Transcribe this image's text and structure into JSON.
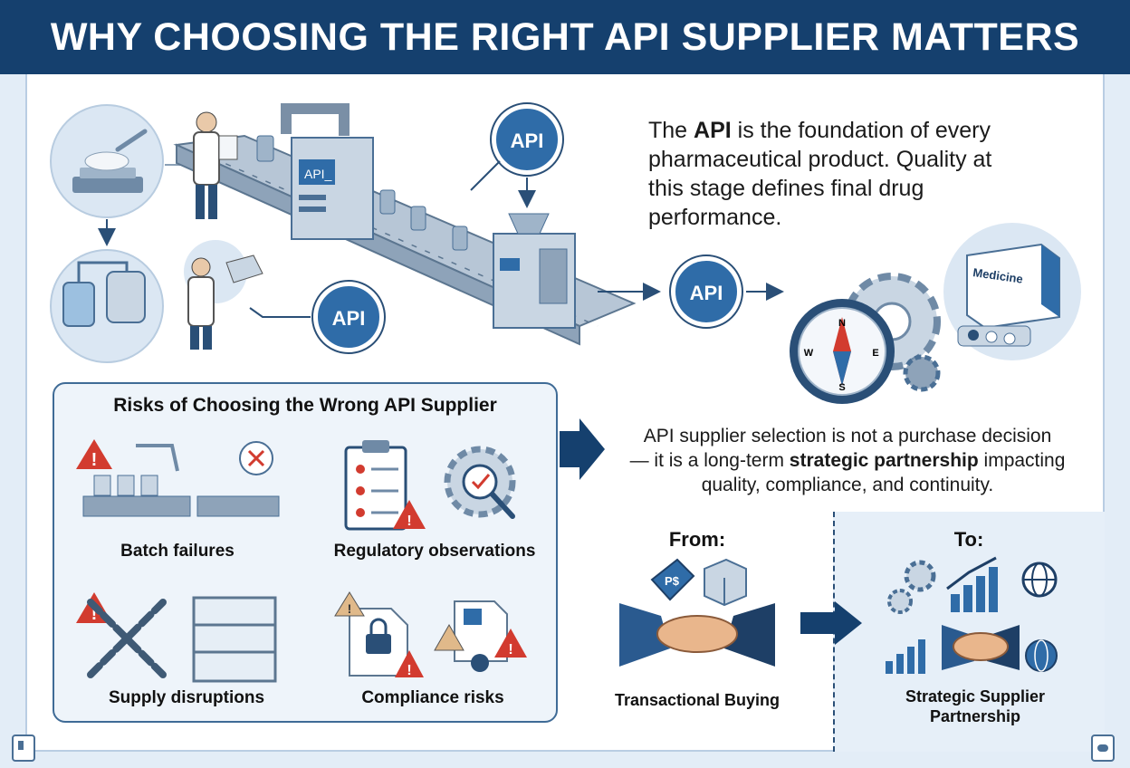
{
  "title": "WHY CHOOSING THE RIGHT API SUPPLIER MATTERS",
  "intro": {
    "pre": "The ",
    "bold": "API",
    "post": " is the foundation of every pharmaceutical product. Quality at this stage defines final drug performance."
  },
  "process": {
    "machine_label": "API_",
    "api_badges": [
      "API",
      "API",
      "API"
    ],
    "medicine_box_label": "Medicine",
    "compass_letters": [
      "N",
      "E",
      "S",
      "W"
    ]
  },
  "risks": {
    "title": "Risks of Choosing the Wrong API Supplier",
    "items": [
      {
        "label": "Batch failures"
      },
      {
        "label": "Regulatory observations"
      },
      {
        "label": "Supply disruptions"
      },
      {
        "label": "Compliance risks"
      }
    ]
  },
  "statement": {
    "line1": "API supplier selection is not a purchase decision",
    "line2_pre": "— it is a long-term ",
    "line2_bold": "strategic partnership",
    "line2_post": " impacting",
    "line3": "quality, compliance, and continuity."
  },
  "from": {
    "header": "From:",
    "caption": "Transactional Buying",
    "tag_symbol": "P$"
  },
  "to": {
    "header": "To:",
    "caption_line1": "Strategic Supplier",
    "caption_line2": "Partnership"
  },
  "colors": {
    "banner": "#15406e",
    "accent_blue": "#2f6ca8",
    "warning_red": "#d23b2f",
    "panel_bg": "#eef4fa",
    "page_bg": "#e3edf7"
  }
}
